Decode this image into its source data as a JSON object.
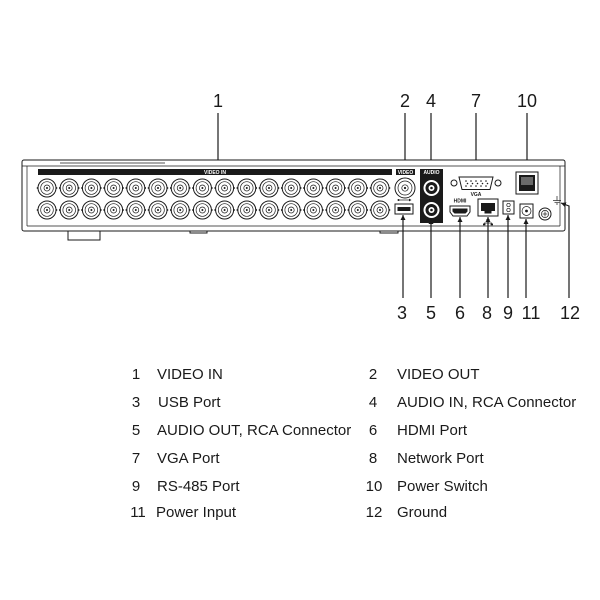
{
  "callouts": {
    "video_in": "1",
    "video_out": "2",
    "usb": "3",
    "audio_in": "4",
    "audio_out": "5",
    "hdmi": "6",
    "vga": "7",
    "network": "8",
    "rs485": "9",
    "power_switch": "10",
    "power_input": "11",
    "ground": "12"
  },
  "panel_labels": {
    "video_in": "VIDEO IN",
    "video_out": "VIDEO",
    "audio": "AUDIO",
    "vga": "VGA",
    "hdmi": "HDMI"
  },
  "legend": [
    {
      "num": "1",
      "label": "VIDEO IN"
    },
    {
      "num": "2",
      "label": "VIDEO OUT"
    },
    {
      "num": "3",
      "label": "USB Port"
    },
    {
      "num": "4",
      "label": "AUDIO IN, RCA Connector"
    },
    {
      "num": "5",
      "label": "AUDIO OUT, RCA Connector"
    },
    {
      "num": "6",
      "label": "HDMI Port"
    },
    {
      "num": "7",
      "label": "VGA Port"
    },
    {
      "num": "8",
      "label": "Network Port"
    },
    {
      "num": "9",
      "label": "RS-485 Port"
    },
    {
      "num": "10",
      "label": "Power Switch"
    },
    {
      "num": "11",
      "label": "Power Input"
    },
    {
      "num": "12",
      "label": "Ground"
    }
  ],
  "colors": {
    "ink": "#1a1a1a",
    "background": "#ffffff"
  }
}
